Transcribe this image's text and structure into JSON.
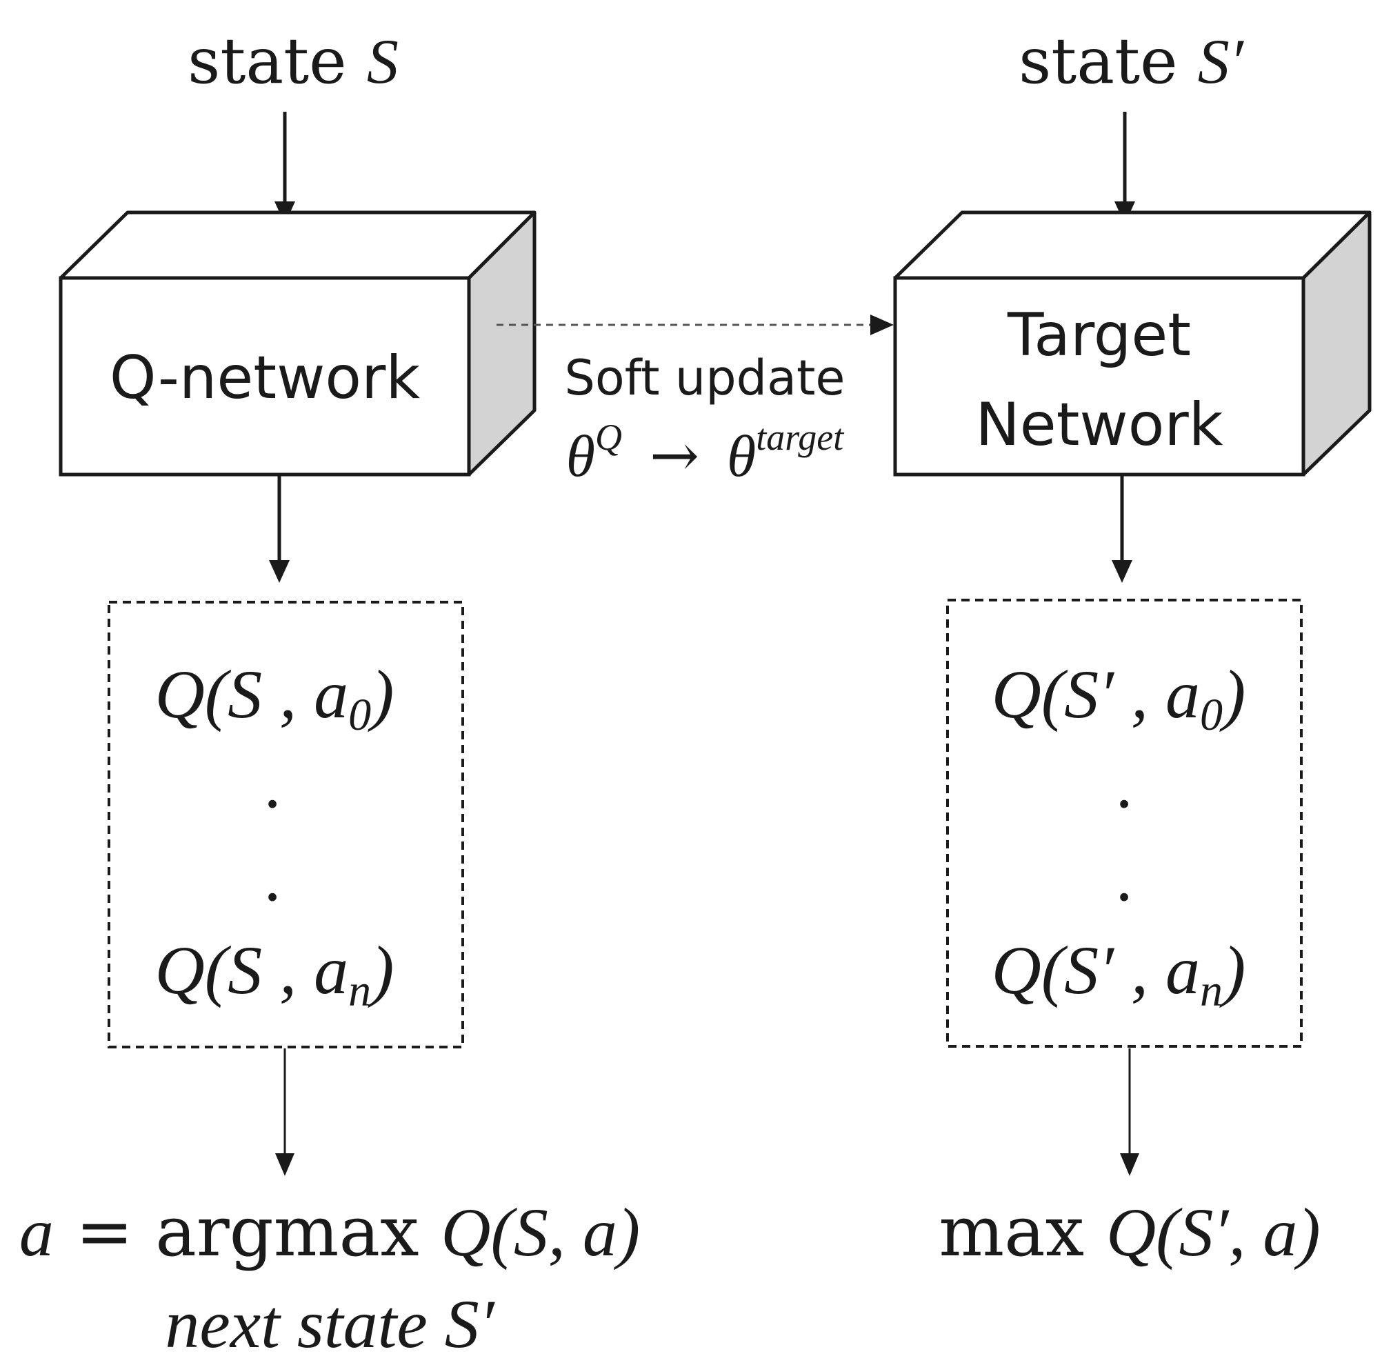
{
  "left": {
    "input_state_label": "state ",
    "input_state_symbol": "S",
    "network_label": "Q-network",
    "q_first": {
      "prefix": "Q(S , a",
      "sub": "0",
      "suffix": ")"
    },
    "dot": ".",
    "q_last": {
      "prefix": "Q(S , a",
      "sub": "n",
      "suffix": ")"
    },
    "output_line1_var": "a",
    "output_line1_op": " = argmax ",
    "output_line1_expr": "Q(S, a)",
    "output_line2": "next state S′"
  },
  "right": {
    "input_state_label": "state ",
    "input_state_symbol": "S′",
    "network_label_line1": "Target",
    "network_label_line2": "Network",
    "q_first": {
      "prefix": "Q(S′ , a",
      "sub": "0",
      "suffix": ")"
    },
    "dot": ".",
    "q_last": {
      "prefix": "Q(S′ , a",
      "sub": "n",
      "suffix": ")"
    },
    "output_op": "max ",
    "output_expr": "Q(S′, a)"
  },
  "soft_update": {
    "label": "Soft update",
    "theta": "θ",
    "theta_q_sup": "Q",
    "arrow": "→",
    "theta_target_sup": "target"
  },
  "colors": {
    "box_fill": "#ffffff",
    "box_side_fill": "#d3d3d3",
    "stroke": "#1a1a1a",
    "dashed_arrow": "#555555"
  }
}
